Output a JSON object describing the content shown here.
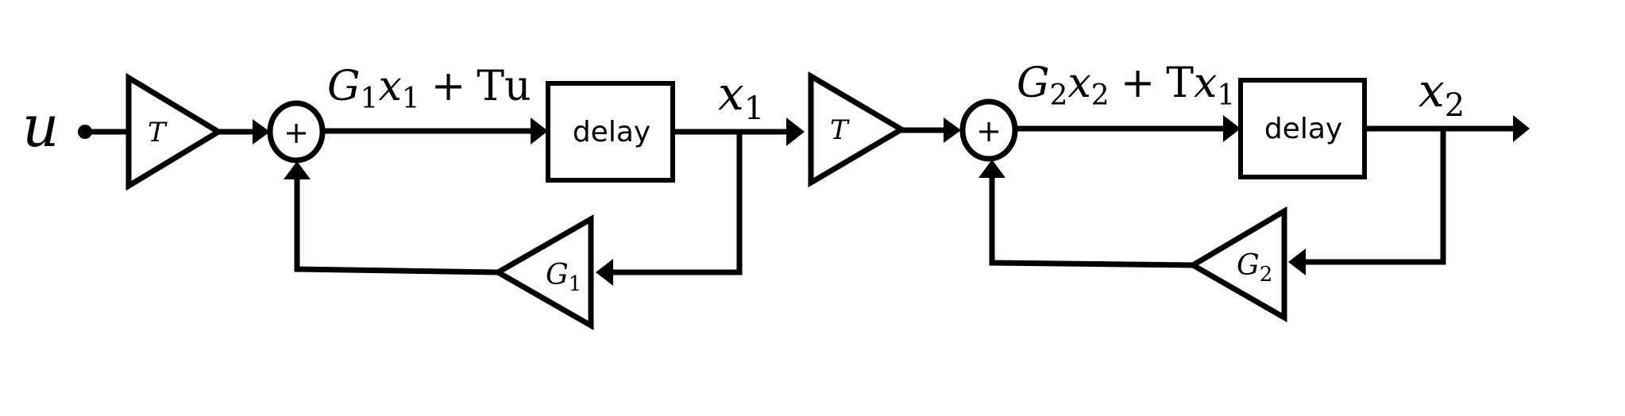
{
  "diagram": {
    "input_label": "u",
    "colors": {
      "line": "#000000",
      "background": "#ffffff"
    },
    "stage1": {
      "input_gain": {
        "symbol": "T",
        "sub": ""
      },
      "summer": {
        "sign": "+"
      },
      "sum_label": {
        "g": "G",
        "g_sub": "1",
        "x": "x",
        "x_sub": "1",
        "plus": "+",
        "tail": "Tu"
      },
      "delay_label": "delay",
      "output_label": {
        "x": "x",
        "x_sub": "1"
      },
      "feedback_gain": {
        "symbol": "G",
        "sub": "1"
      }
    },
    "stage2": {
      "input_gain": {
        "symbol": "T",
        "sub": ""
      },
      "summer": {
        "sign": "+"
      },
      "sum_label": {
        "g": "G",
        "g_sub": "2",
        "x": "x",
        "x_sub": "2",
        "plus": "+",
        "tail_T": "T",
        "tail_x": "x",
        "tail_x_sub": "1"
      },
      "delay_label": "delay",
      "output_label": {
        "x": "x",
        "x_sub": "2"
      },
      "feedback_gain": {
        "symbol": "G",
        "sub": "2"
      }
    }
  }
}
